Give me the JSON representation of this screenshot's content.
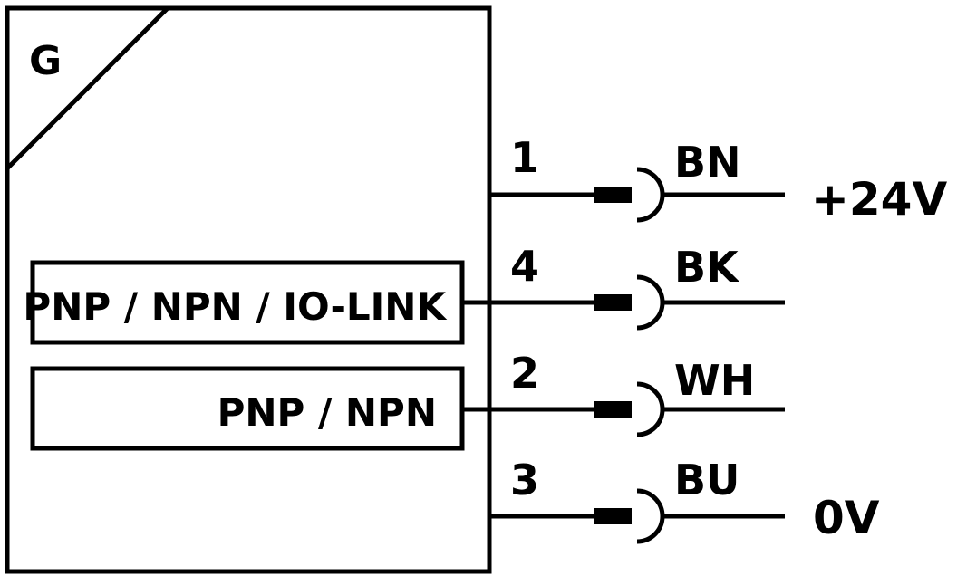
{
  "device": {
    "symbol": "G",
    "outputs": [
      {
        "label": "PNP / NPN / IO-LINK"
      },
      {
        "label": "PNP / NPN"
      }
    ]
  },
  "pins": [
    {
      "number": "1",
      "color_code": "BN",
      "signal": "+24V"
    },
    {
      "number": "4",
      "color_code": "BK",
      "signal": ""
    },
    {
      "number": "2",
      "color_code": "WH",
      "signal": ""
    },
    {
      "number": "3",
      "color_code": "BU",
      "signal": "0V"
    }
  ],
  "colors": {
    "line": "#000000",
    "background": "#ffffff"
  }
}
